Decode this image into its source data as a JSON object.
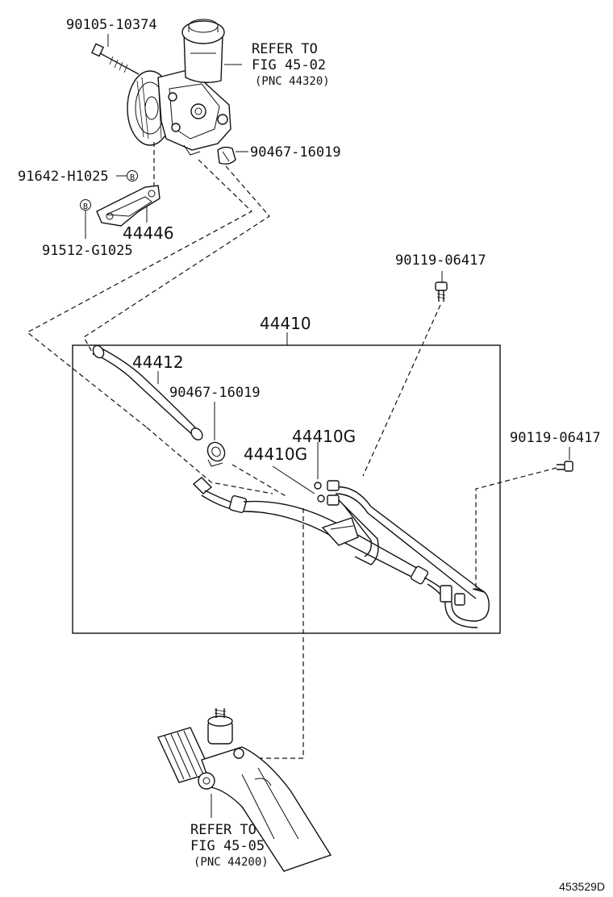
{
  "labels": {
    "bolt_top": "90105-10374",
    "refer_top_1": "REFER TO",
    "refer_top_2": "FIG 45-02",
    "refer_top_3": "(PNC 44320)",
    "clamp_top": "90467-16019",
    "bolt_b_upper": "91642-H1025",
    "bracket": "44446",
    "bolt_b_lower": "91512-G1025",
    "circle_b": "B",
    "union_bolt_upper": "90119-06417",
    "hose_assembly": "44410",
    "hose": "44412",
    "clamp_mid": "90467-16019",
    "gasket_upper": "44410G",
    "gasket_lower": "44410G",
    "union_bolt_right": "90119-06417",
    "refer_bottom_1": "REFER TO",
    "refer_bottom_2": "FIG 45-05",
    "refer_bottom_3": "(PNC 44200)",
    "diagram_id": "453529D"
  }
}
